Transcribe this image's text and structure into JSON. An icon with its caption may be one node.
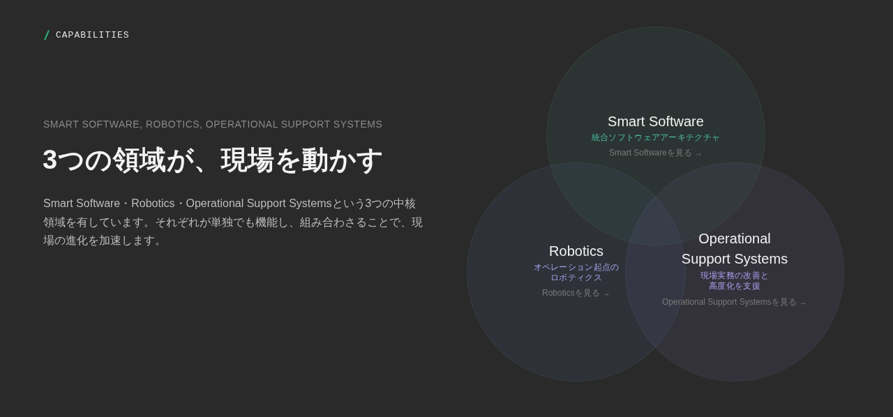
{
  "diagram": {
    "title": "3つの領域が、現場を動かす",
    "nodes": [
      {
        "text": [
          "Smart Software",
          "統合ソフトウェアアーキテクチャ",
          "Smart Softwareを見る →"
        ]
      },
      {
        "text": [
          "Robotics",
          "オペレーション起点のロボティクス",
          "Roboticsを見る →"
        ]
      },
      {
        "text": [
          "Operational Support Systems",
          "現場実務の改善と高度化を支援",
          "Operational Support Systemsを見る →"
        ]
      }
    ],
    "labels": [
      "CAPABILITIES",
      "SMART SOFTWARE, ROBOTICS, OPERATIONAL SUPPORT SYSTEMS",
      "Smart Software・Robotics・Operational Support Systemsという3つの中核領域を有しています。それぞれが単独でも機能し、組み合わさることで、現場の進化を加速します。"
    ]
  }
}
